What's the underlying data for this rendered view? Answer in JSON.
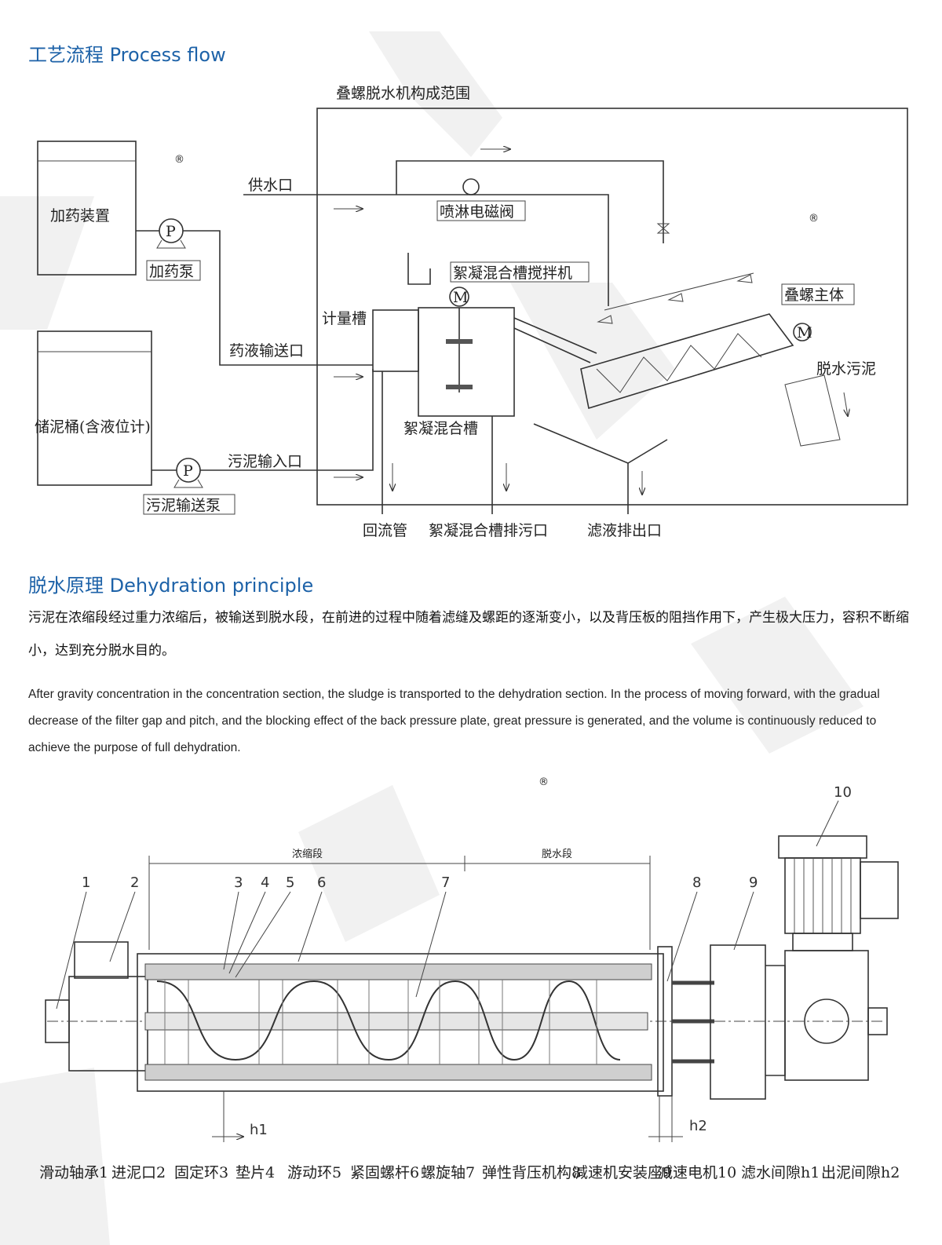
{
  "process_flow": {
    "title": "工艺流程  Process flow",
    "labels": {
      "scope": "叠螺脱水机构成范围",
      "water_inlet": "供水口",
      "dosing_device": "加药装置",
      "dosing_pump": "加药泵",
      "spray_valve": "喷淋电磁阀",
      "mixer": "絮凝混合槽搅拌机",
      "metering_tank": "计量槽",
      "main_body": "叠螺主体",
      "chem_outlet": "药液输送口",
      "dewatered_sludge": "脱水污泥",
      "storage_tank": "储泥桶(含液位计)",
      "flocc_tank": "絮凝混合槽",
      "sludge_inlet": "污泥输入口",
      "sludge_pump": "污泥输送泵",
      "return_pipe": "回流管",
      "flocc_drain": "絮凝混合槽排污口",
      "filtrate_outlet": "滤液排出口",
      "pump_symbol": "P",
      "motor_symbol": "M"
    }
  },
  "dehydration": {
    "title": "脱水原理  Dehydration principle",
    "text_cn": "污泥在浓缩段经过重力浓缩后，被输送到脱水段，在前进的过程中随着滤缝及螺距的逐渐变小，以及背压板的阻挡作用下，产生极大压力，容积不断缩小，达到充分脱水目的。",
    "text_en": "After gravity concentration in the concentration section, the sludge is transported to the dehydration section. In the process of moving forward, with the gradual decrease of the filter gap and pitch, and the blocking effect of the back pressure plate, great pressure is generated, and the volume is continuously reduced to achieve the purpose of full dehydration."
  },
  "mechanical": {
    "section_concentration": "浓缩段",
    "section_dehydration": "脱水段",
    "callouts": [
      "1",
      "2",
      "3",
      "4",
      "5",
      "6",
      "7",
      "8",
      "9",
      "10"
    ],
    "gap_h1": "h1",
    "gap_h2": "h2",
    "legend": [
      "滑动轴承1",
      "进泥口2",
      "固定环3",
      "垫片4",
      "游动环5",
      "紧固螺杆6",
      "螺旋轴7",
      "弹性背压机构8",
      "减速机安装座9",
      "减速电机10",
      "滤水间隙h1",
      "出泥间隙h2"
    ]
  },
  "watermark": "®"
}
